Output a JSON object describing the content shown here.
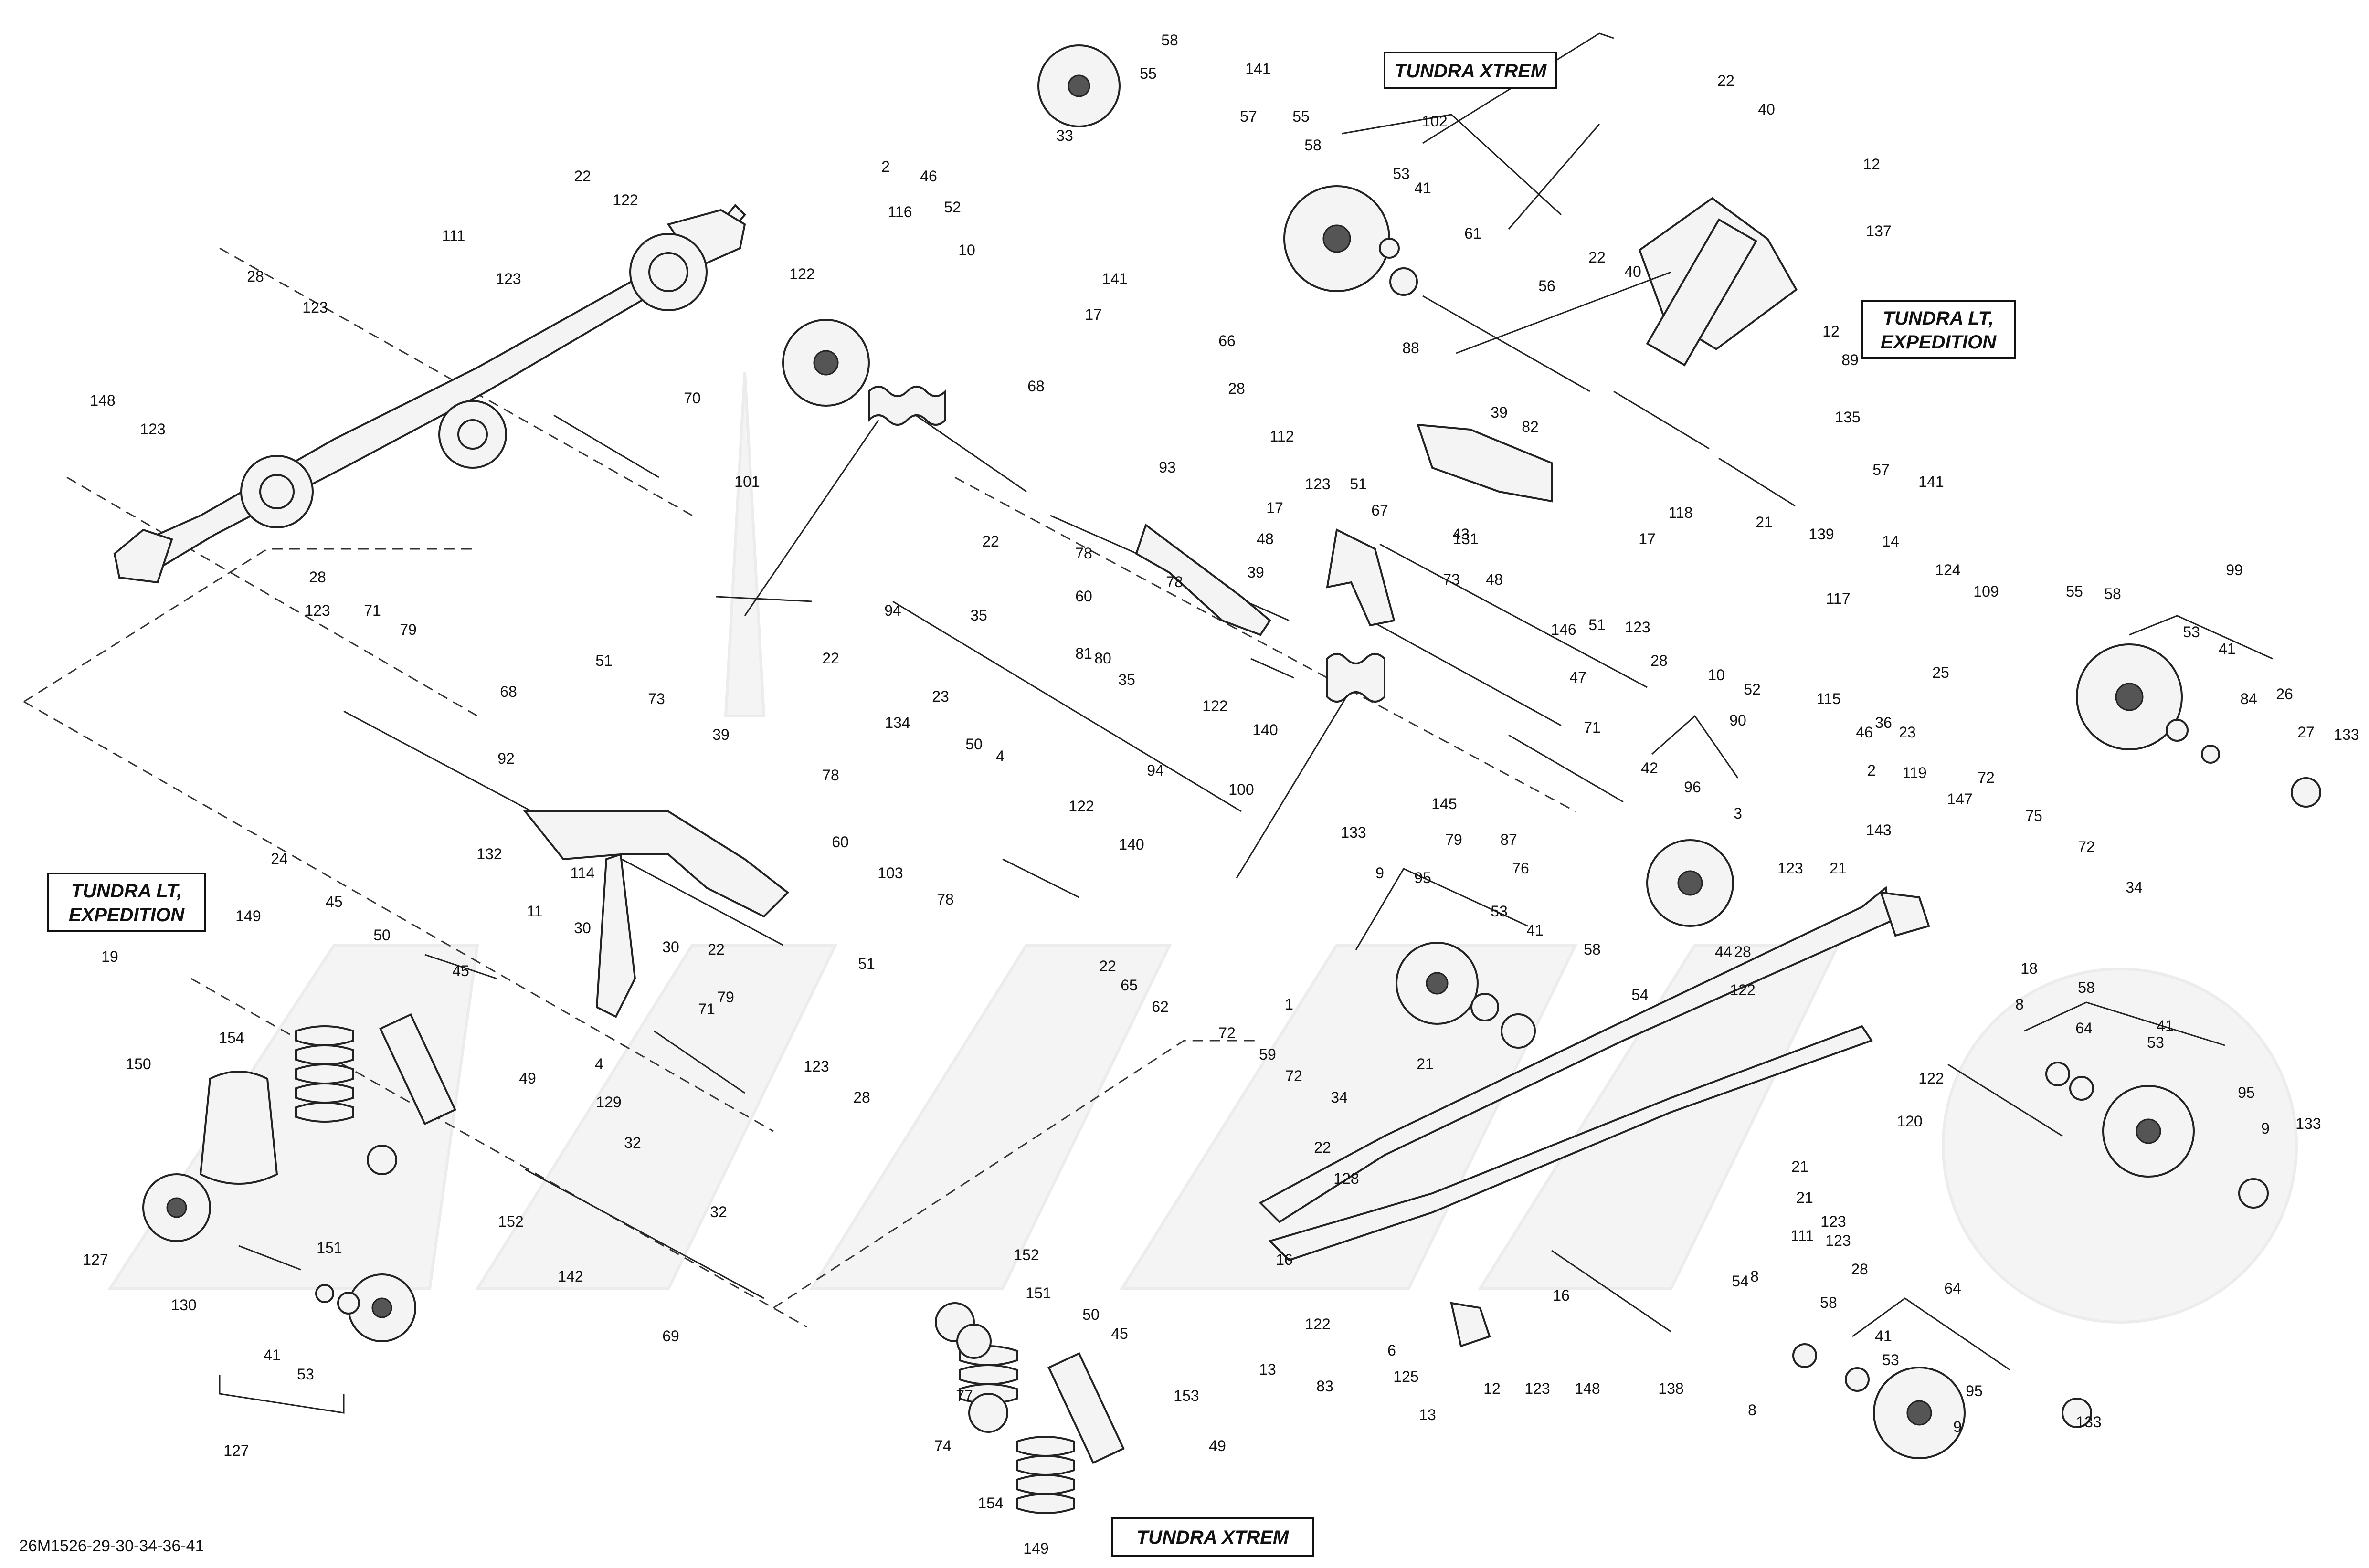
{
  "diagram_code": "26M1526-29-30-34-36-41",
  "variant_boxes": {
    "tundra_xtrem_top": "TUNDRA XTREM",
    "tundra_lt_expedition_right_line1": "TUNDRA LT,",
    "tundra_lt_expedition_right_line2": "EXPEDITION",
    "tundra_lt_expedition_left_line1": "TUNDRA LT,",
    "tundra_lt_expedition_left_line2": "EXPEDITION",
    "tundra_xtrem_bottom": "TUNDRA XTREM"
  },
  "callouts": [
    "2",
    "46",
    "116",
    "52",
    "10",
    "33",
    "58",
    "55",
    "141",
    "141",
    "17",
    "57",
    "55",
    "58",
    "102",
    "53",
    "41",
    "61",
    "22",
    "40",
    "12",
    "137",
    "22",
    "40",
    "12",
    "56",
    "89",
    "135",
    "57",
    "141",
    "22",
    "122",
    "111",
    "123",
    "28",
    "123",
    "148",
    "123",
    "122",
    "70",
    "68",
    "101",
    "93",
    "22",
    "78",
    "60",
    "78",
    "94",
    "35",
    "81",
    "80",
    "35",
    "122",
    "140",
    "66",
    "28",
    "112",
    "123",
    "51",
    "88",
    "39",
    "82",
    "17",
    "48",
    "67",
    "131",
    "43",
    "39",
    "48",
    "146",
    "73",
    "51",
    "123",
    "28",
    "118",
    "21",
    "17",
    "139",
    "14",
    "124",
    "109",
    "10",
    "52",
    "117",
    "115",
    "46",
    "36",
    "23",
    "2",
    "25",
    "119",
    "147",
    "99",
    "55",
    "58",
    "53",
    "41",
    "84",
    "26",
    "27",
    "133",
    "28",
    "123",
    "71",
    "79",
    "68",
    "51",
    "73",
    "39",
    "92",
    "22",
    "23",
    "134",
    "50",
    "4",
    "78",
    "60",
    "103",
    "78",
    "94",
    "122",
    "140",
    "100",
    "47",
    "145",
    "79",
    "87",
    "71",
    "90",
    "42",
    "96",
    "44",
    "3",
    "133",
    "9",
    "95",
    "76",
    "53",
    "41",
    "58",
    "123",
    "21",
    "28",
    "143",
    "122",
    "72",
    "75",
    "72",
    "34",
    "18",
    "8",
    "58",
    "64",
    "41",
    "53",
    "122",
    "120",
    "95",
    "9",
    "133",
    "132",
    "114",
    "11",
    "30",
    "30",
    "22",
    "79",
    "71",
    "123",
    "28",
    "51",
    "4",
    "129",
    "24",
    "45",
    "50",
    "19",
    "149",
    "45",
    "154",
    "150",
    "127",
    "130",
    "41",
    "53",
    "127",
    "49",
    "32",
    "151",
    "152",
    "142",
    "32",
    "69",
    "22",
    "65",
    "62",
    "1",
    "72",
    "59",
    "72",
    "34",
    "54",
    "21",
    "22",
    "128",
    "16",
    "21",
    "123",
    "111",
    "8",
    "123",
    "28",
    "21",
    "13",
    "83",
    "122",
    "6",
    "125",
    "16",
    "12",
    "123",
    "148",
    "138",
    "8",
    "54",
    "58",
    "64",
    "41",
    "53",
    "95",
    "9",
    "133",
    "13",
    "152",
    "151",
    "50",
    "45",
    "77",
    "153",
    "74",
    "154",
    "49",
    "149"
  ]
}
